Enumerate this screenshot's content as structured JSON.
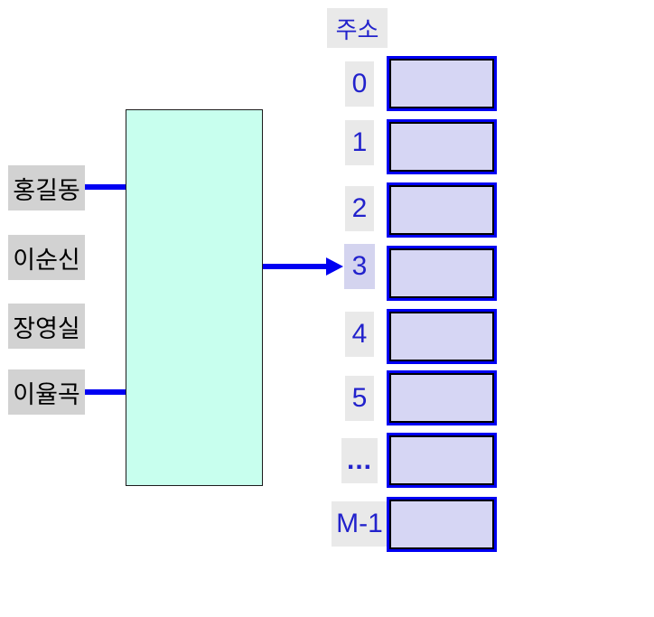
{
  "keys": [
    "홍길동",
    "이순신",
    "장영실",
    "이율곡"
  ],
  "address_column": {
    "header": "주소",
    "labels": [
      "0",
      "1",
      "2",
      "3",
      "4",
      "5",
      "...",
      "M-1"
    ],
    "highlighted": "3",
    "slot_count": 8
  },
  "colors": {
    "accent_blue": "#0000f2",
    "address_text_blue": "#2222cc",
    "hash_box_fill": "#c8ffee",
    "slot_fill": "#d6d6f4",
    "key_box_fill": "#d2d2d2",
    "address_label_fill": "#e9e9e9",
    "highlighted_label_fill": "#d4d4ef",
    "background": "#ffffff"
  }
}
